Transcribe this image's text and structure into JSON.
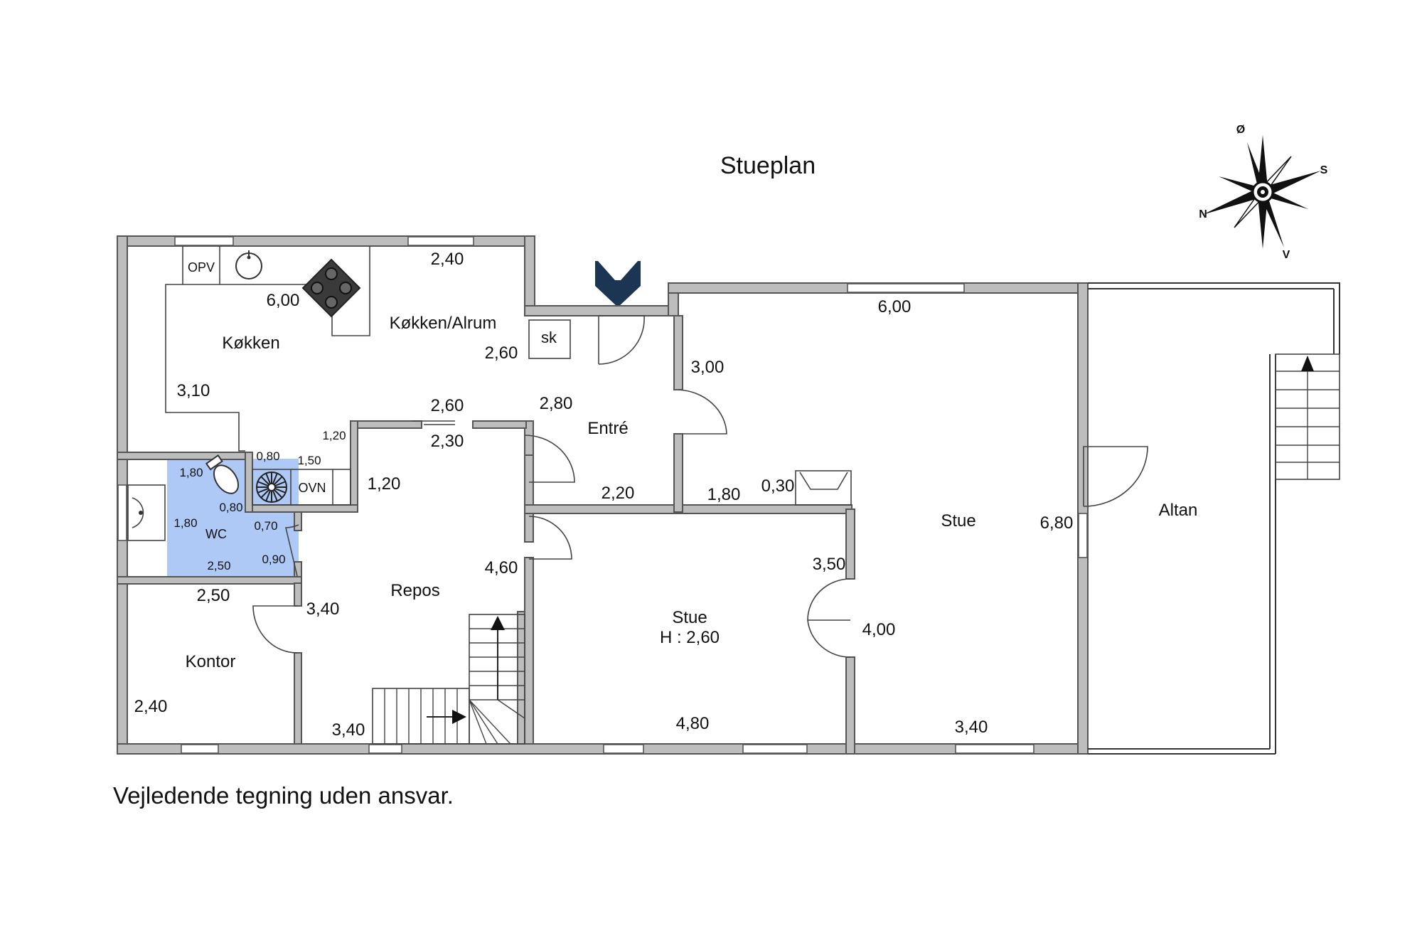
{
  "title": "Stueplan",
  "disclaimer": "Vejledende tegning uden ansvar.",
  "compass": {
    "north": "N",
    "south": "S",
    "east": "Ø",
    "west": "V"
  },
  "colors": {
    "wall_fill": "#bdbdbd",
    "wall_stroke": "#555555",
    "wc_fill": "#aec9f5",
    "entrance_marker": "#1b3553"
  },
  "rooms": {
    "kokken": "Køkken",
    "kokken_alrum": "Køkken/Alrum",
    "entre": "Entré",
    "stue_main": "Stue",
    "altan": "Altan",
    "wc": "WC",
    "repos": "Repos",
    "kontor": "Kontor",
    "stue_small": "Stue",
    "stue_small_height": "H : 2,60"
  },
  "fixtures": {
    "opv": "OPV",
    "sk": "sk",
    "ovn": "OVN"
  },
  "dims": {
    "kitchen_top_2_40": "2,40",
    "kitchen_6_00": "6,00",
    "kitchen_3_10": "3,10",
    "kitchen_2_60_right": "2,60",
    "kitchen_2_60_bottom": "2,60",
    "kitchen_2_30": "2,30",
    "kitchen_1_20_small": "1,20",
    "kitchen_1_50": "1,50",
    "kitchen_0_80_top": "0,80",
    "repos_1_20": "1,20",
    "wc_1_80_top": "1,80",
    "wc_0_80": "0,80",
    "wc_1_80_side": "1,80",
    "wc_0_70": "0,70",
    "wc_2_50": "2,50",
    "wc_0_90": "0,90",
    "kontor_2_50": "2,50",
    "kontor_2_40": "2,40",
    "repos_3_40_top": "3,40",
    "repos_3_40_bottom": "3,40",
    "repos_4_60": "4,60",
    "entre_2_80": "2,80",
    "entre_2_20": "2,20",
    "entre_3_00": "3,00",
    "stue_1_80": "1,80",
    "stue_0_30": "0,30",
    "stue_6_00": "6,00",
    "stue_6_80": "6,80",
    "stue_3_50": "3,50",
    "stue_4_00": "4,00",
    "stue_4_80": "4,80",
    "stue_3_40": "3,40"
  }
}
